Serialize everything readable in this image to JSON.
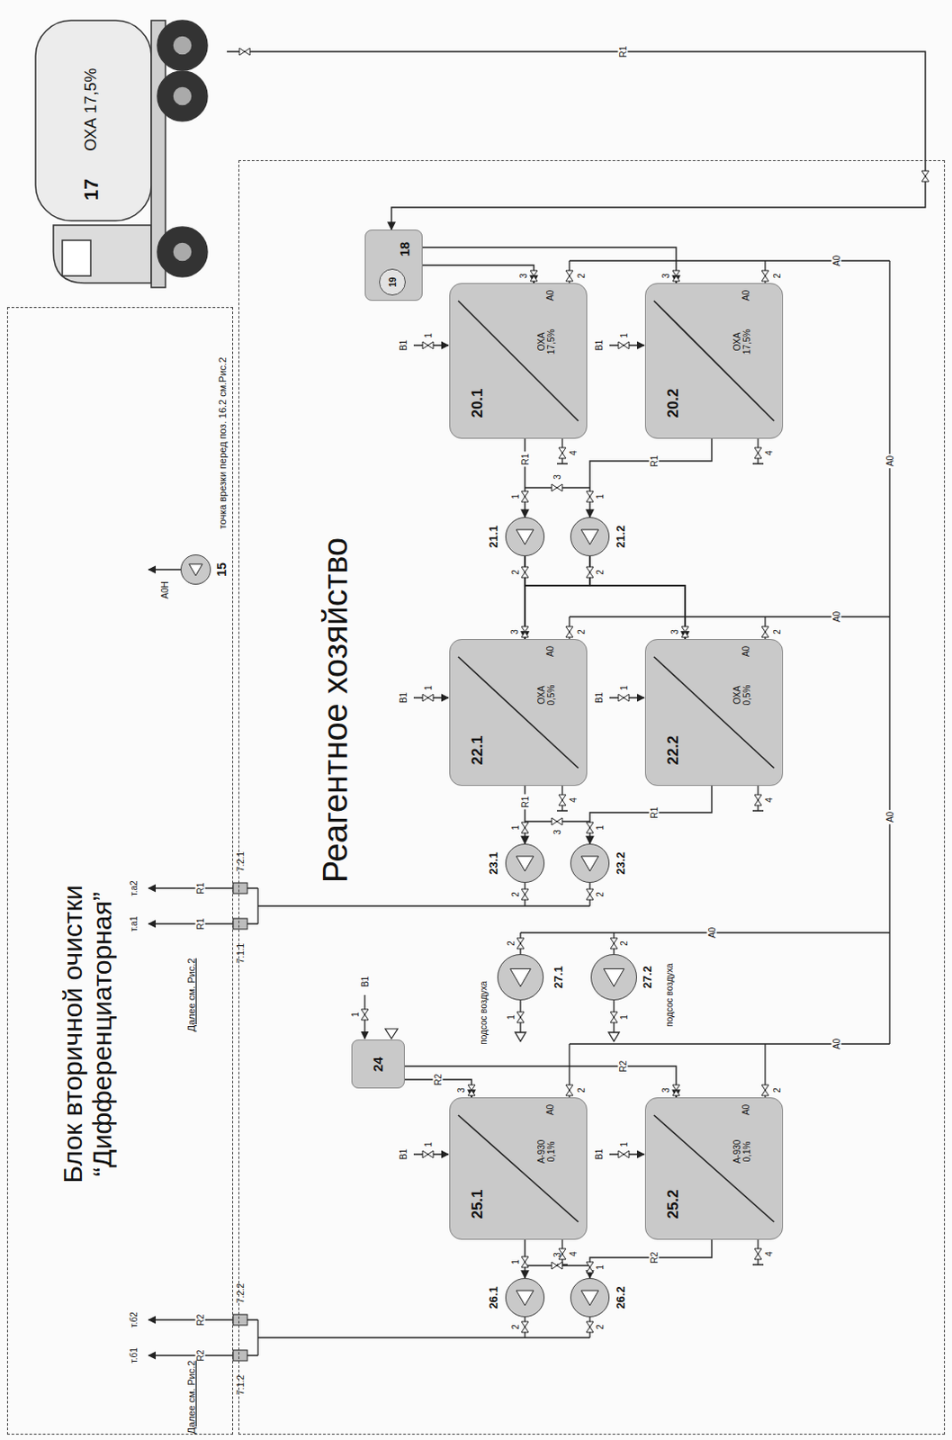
{
  "diagram": {
    "nodes": [
      {
        "text": [
          "17",
          "ОХА 17,5%"
        ]
      },
      {
        "text": [
          "Блок вторичной очистки “Дифференциаторная”"
        ]
      },
      {
        "text": [
          "15"
        ],
        "in": 1
      },
      {
        "text": [
          "Реагентное хозяйство"
        ]
      },
      {
        "text": [
          "18"
        ],
        "in": 3
      },
      {
        "text": [
          "19"
        ],
        "in": 4
      },
      {
        "text": [
          "20.1",
          "ОХА 17,5%"
        ],
        "in": 3
      },
      {
        "text": [
          "20.2",
          "ОХА 17,5%"
        ],
        "in": 3
      },
      {
        "text": [
          "21.1"
        ],
        "in": 3
      },
      {
        "text": [
          "21.2"
        ],
        "in": 3
      },
      {
        "text": [
          "22.1",
          "ОХА 0,5%"
        ],
        "in": 3
      },
      {
        "text": [
          "22.2",
          "ОХА 0,5%"
        ],
        "in": 3
      },
      {
        "text": [
          "23.1"
        ],
        "in": 3
      },
      {
        "text": [
          "23.2"
        ],
        "in": 3
      },
      {
        "text": [
          "24"
        ],
        "in": 3
      },
      {
        "text": [
          "25.1",
          "А-930 0,1%"
        ],
        "in": 3
      },
      {
        "text": [
          "25.2",
          "А-930 0,1%"
        ],
        "in": 3
      },
      {
        "text": [
          "26.1"
        ],
        "in": 3
      },
      {
        "text": [
          "26.2"
        ],
        "in": 3
      },
      {
        "text": [
          "27.1"
        ],
        "in": 3
      },
      {
        "text": [
          "27.2"
        ],
        "in": 3
      }
    ],
    "edges": [
      {
        "from": 0,
        "to": 4,
        "arrow": "to",
        "label": "R1"
      },
      {
        "from": 4,
        "to": 6,
        "arrow": "to"
      },
      {
        "from": 4,
        "to": 7,
        "arrow": "to"
      },
      {
        "from": 6,
        "to": 8,
        "arrow": "to",
        "label": "R1"
      },
      {
        "from": 7,
        "to": 9,
        "arrow": "to",
        "label": "R1"
      },
      {
        "from": 8,
        "to": 10,
        "arrow": "to"
      },
      {
        "from": 8,
        "to": 11,
        "arrow": "to"
      },
      {
        "from": 9,
        "to": 10,
        "arrow": "to"
      },
      {
        "from": 9,
        "to": 11,
        "arrow": "to"
      },
      {
        "from": 10,
        "to": 12,
        "arrow": "to",
        "label": "R1"
      },
      {
        "from": 11,
        "to": 13,
        "arrow": "to",
        "label": "R1"
      },
      {
        "from": 14,
        "to": 15,
        "arrow": "to",
        "label": "R2"
      },
      {
        "from": 14,
        "to": 16,
        "arrow": "to",
        "label": "R2"
      },
      {
        "from": 15,
        "to": 17,
        "arrow": "to"
      },
      {
        "from": 16,
        "to": 18,
        "arrow": "to",
        "label": "R2"
      }
    ],
    "labels": [
      "В1",
      "1",
      "4",
      "2",
      "3",
      "А0",
      "В1",
      "1",
      "4",
      "2",
      "3",
      "А0",
      "В1",
      "1",
      "4",
      "2",
      "3",
      "А0",
      "В1",
      "1",
      "4",
      "2",
      "3",
      "А0",
      "В1",
      "1",
      "4",
      "2",
      "3",
      "А0",
      "В1",
      "1",
      "4",
      "2",
      "3",
      "А0",
      "1",
      "1",
      "2",
      "2",
      "3",
      "1",
      "1",
      "2",
      "2",
      "3",
      "1",
      "1",
      "2",
      "2",
      "3",
      "1",
      "1",
      "2",
      "2",
      "подсос воздуха",
      "подсос воздуха",
      "А0",
      "А0",
      "А0",
      "А0",
      "А0",
      "А0",
      "7.1.1",
      "7.2.1",
      "R1",
      "R1",
      "т.а1",
      "т.а2",
      "Далее см. Рис.2",
      "7.1.2",
      "7.2.2",
      "R2",
      "R2",
      "т.б1",
      "т.б2",
      "Далее см. Рис.2",
      "точка врезки перед поз. 16.2 см.Рис.2",
      "А0Н",
      "1",
      "В1"
    ]
  }
}
